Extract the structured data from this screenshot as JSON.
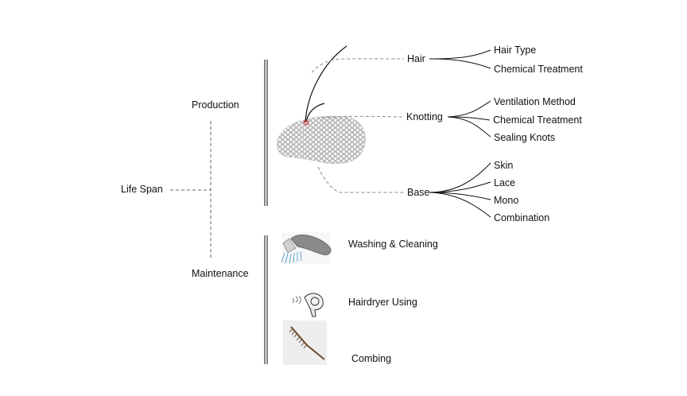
{
  "root": {
    "label": "Life Span"
  },
  "branches": {
    "production": "Production",
    "maintenance": "Maintenance"
  },
  "production_parts": [
    {
      "label": "Hair",
      "children": [
        "Hair Type",
        "Chemical Treatment"
      ]
    },
    {
      "label": "Knotting",
      "children": [
        "Ventilation Method",
        "Chemical Treatment",
        "Sealing Knots"
      ]
    },
    {
      "label": "Base",
      "children": [
        "Skin",
        "Lace",
        "Mono",
        "Combination"
      ]
    }
  ],
  "maintenance_items": [
    {
      "label": "Washing & Cleaning",
      "icon": "shower-head-icon"
    },
    {
      "label": "Hairdryer Using",
      "icon": "hairdryer-icon"
    },
    {
      "label": "Combing",
      "icon": "comb-icon"
    }
  ],
  "colors": {
    "line": "#333333",
    "dash": "#888888",
    "mesh": "#c8c8c8",
    "knot": "#e03a3a"
  }
}
